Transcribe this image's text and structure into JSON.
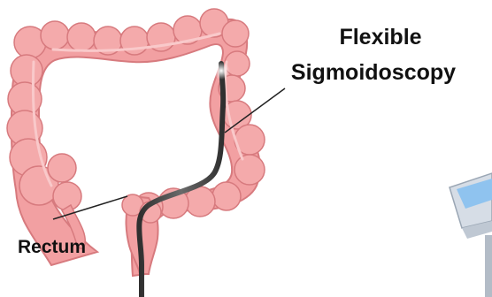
{
  "labels": {
    "procedure_line1": "Flexible",
    "procedure_line2": "Sigmoidoscopy",
    "rectum": "Rectum"
  },
  "colors": {
    "colon_fill": "#f2a0a2",
    "colon_edge": "#d77a7e",
    "colon_highlight": "#f9c9ca",
    "scope": "#4a4a4a",
    "leader_line": "#222222",
    "monitor_frame": "#d6dde6",
    "monitor_screen": "#8fc3ef",
    "text": "#111111"
  },
  "icons": {
    "anatomy": "large-intestine-illustration",
    "instrument": "sigmoidoscope",
    "device": "monitor-device"
  }
}
